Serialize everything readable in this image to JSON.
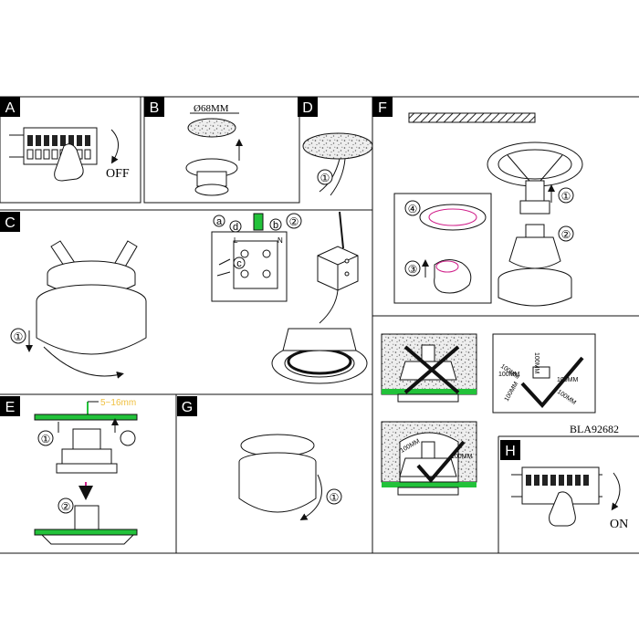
{
  "panels": {
    "A": {
      "letter": "A",
      "caption": "OFF"
    },
    "B": {
      "letter": "B",
      "dimension": "Ø68MM"
    },
    "C": {
      "letter": "C",
      "step1": "①"
    },
    "D": {
      "letter": "D",
      "step1": "①",
      "step2": "②",
      "term_a": "a",
      "term_b": "b",
      "term_c": "c",
      "term_d": "d",
      "mark_L": "L",
      "mark_N": "N"
    },
    "E": {
      "letter": "E",
      "dimension": "5~16mm",
      "step1": "①",
      "step2": "②"
    },
    "F": {
      "letter": "F",
      "step1": "①",
      "step2": "②",
      "step3": "③",
      "step4": "④"
    },
    "G": {
      "letter": "G",
      "step1": "①"
    },
    "H": {
      "letter": "H",
      "caption": "ON"
    },
    "clearance": {
      "label_100_a": "100MM",
      "label_100_b": "100MM",
      "label_100_c": "100MM",
      "label_100_d": "100MM",
      "label_100_e": "100MM",
      "label_100_f": "100MM",
      "label_100_g": "100MM",
      "label_100_h": "100MM"
    }
  },
  "model_code": "BLA92682",
  "colors": {
    "accent_green": "#22c23a",
    "accent_magenta": "#d0208a",
    "dim_yellow": "#f0c040",
    "rule": "#111111"
  }
}
